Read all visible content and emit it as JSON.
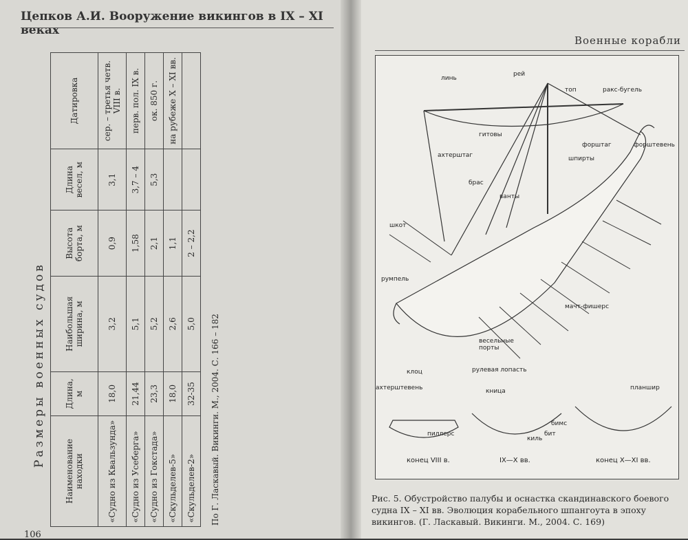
{
  "left_page": {
    "running_head": "Цепков А.И. Вооружение викингов в IX – XI веках",
    "page_number": "106",
    "table": {
      "title": "Размеры военных судов",
      "headers": [
        "Наименование находки",
        "Длина, м",
        "Наибольшая ширина, м",
        "Высота борта, м",
        "Длина весел, м",
        "Датировка"
      ],
      "rows": [
        [
          "«Судно из Квальзунда»",
          "18,0",
          "3,2",
          "0,9",
          "3,1",
          "сер. – третья четв. VIII в."
        ],
        [
          "«Судно из Усеберга»",
          "21,44",
          "5,1",
          "1,58",
          "3,7 – 4",
          "перв. пол. IX в."
        ],
        [
          "«Судно из Гокстада»",
          "23,3",
          "5,2",
          "2,1",
          "5,3",
          "ок. 850 г."
        ],
        [
          "«Скульделев-5»",
          "18,0",
          "2,6",
          "1,1",
          "",
          "на рубеже X – XI вв."
        ],
        [
          "«Скульделев-2»",
          "32-35",
          "5,0",
          "2 – 2,2",
          "",
          ""
        ]
      ],
      "footnote": "По Г. Ласкавый. Викинги. М., 2004. С. 166 – 182"
    }
  },
  "right_page": {
    "running_head": "Военные корабли",
    "figure_labels": {
      "lin": "линь",
      "rei": "рей",
      "top": "топ",
      "raks": "ракс-бугель",
      "gitovy": "гитовы",
      "forshtag": "форштаг",
      "forshteven": "форштевень",
      "akhtershtag": "ахтерштаг",
      "shpirty": "шпирты",
      "bras": "брас",
      "vanty": "ванты",
      "shkot": "шкот",
      "rumpel": "румпель",
      "macht": "мачт-фишерс",
      "porty": "весельные порты",
      "lopast": "рулевая лопасть",
      "kloc": "клоц",
      "akhtershteven": "ахтерштевень",
      "knica": "кница",
      "pillers": "пиллерс",
      "bims": "бимс",
      "bit": "бит",
      "kil": "киль",
      "planshir": "планшир",
      "era1": "конец VIII в.",
      "era2": "IX—X вв.",
      "era3": "конец X—XI вв."
    },
    "caption": "Рис. 5. Обустройство палубы и оснастка скандинавского боевого судна IX – XI вв. Эволюция корабельного шпангоута в эпоху викингов. (Г. Ласкавый. Викинги. М., 2004. С. 169)"
  }
}
